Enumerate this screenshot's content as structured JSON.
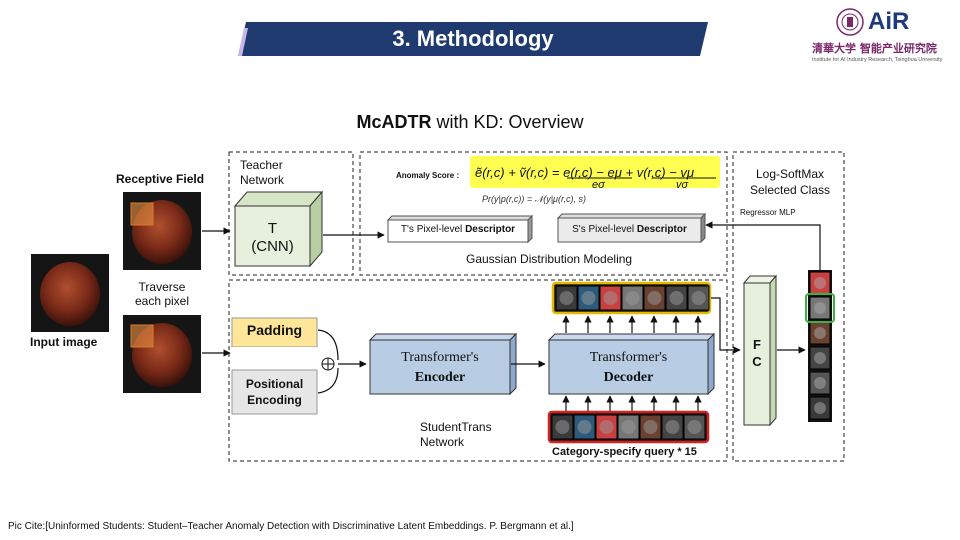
{
  "header": {
    "title": "3. Methodology",
    "logo_text": "AiR",
    "logo_cn": "清華大学 智能产业研究院",
    "logo_en": "Institute for AI Industry Research, Tsinghua University"
  },
  "diagram": {
    "title_bold": "McADTR",
    "title_rest": " with KD: Overview",
    "input_label": "Input image",
    "receptive_label": "Receptive Field",
    "traverse_label_1": "Traverse",
    "traverse_label_2": "each pixel",
    "teacher_label_1": "Teacher",
    "teacher_label_2": "Network",
    "teacher_box_1": "T",
    "teacher_box_2": "(CNN)",
    "anomaly_score_label": "Anomaly Score :",
    "t_descriptor_prefix": "T's Pixel-level ",
    "t_descriptor_bold": "Descriptor",
    "s_descriptor_prefix": "S's Pixel-level ",
    "s_descriptor_bold": "Descriptor",
    "gaussian_label": "Gaussian Distribution Modeling",
    "logsoftmax_label_1": "Log-SoftMax",
    "logsoftmax_label_2": "Selected   Class",
    "regressor_label": "Regressor MLP",
    "padding_label": "Padding",
    "posenc_label_1": "Positional",
    "posenc_label_2": "Encoding",
    "encoder_label_1": "Transformer's",
    "encoder_label_2": "Encoder",
    "decoder_label_1": "Transformer's",
    "decoder_label_2": "Decoder",
    "fc_label_1": "F",
    "fc_label_2": "C",
    "student_label_1": "StudentTrans",
    "student_label_2": "Network",
    "query_label": "Category-specify query * 15"
  },
  "colors": {
    "banner": "#1f3a6e",
    "box_blue": "#b8cce4",
    "box_green": "#e6f0dc",
    "padding_yellow": "#ffe699",
    "highlight_yellow": "#ffff33",
    "query_red": "#d62020",
    "output_gold": "#e6b800",
    "selected_green": "#3cb043"
  },
  "footer": {
    "citation": "Pic Cite:[Uninformed Students: Student–Teacher Anomaly Detection with Discriminative Latent Embeddings. P. Bergmann et al.]"
  }
}
